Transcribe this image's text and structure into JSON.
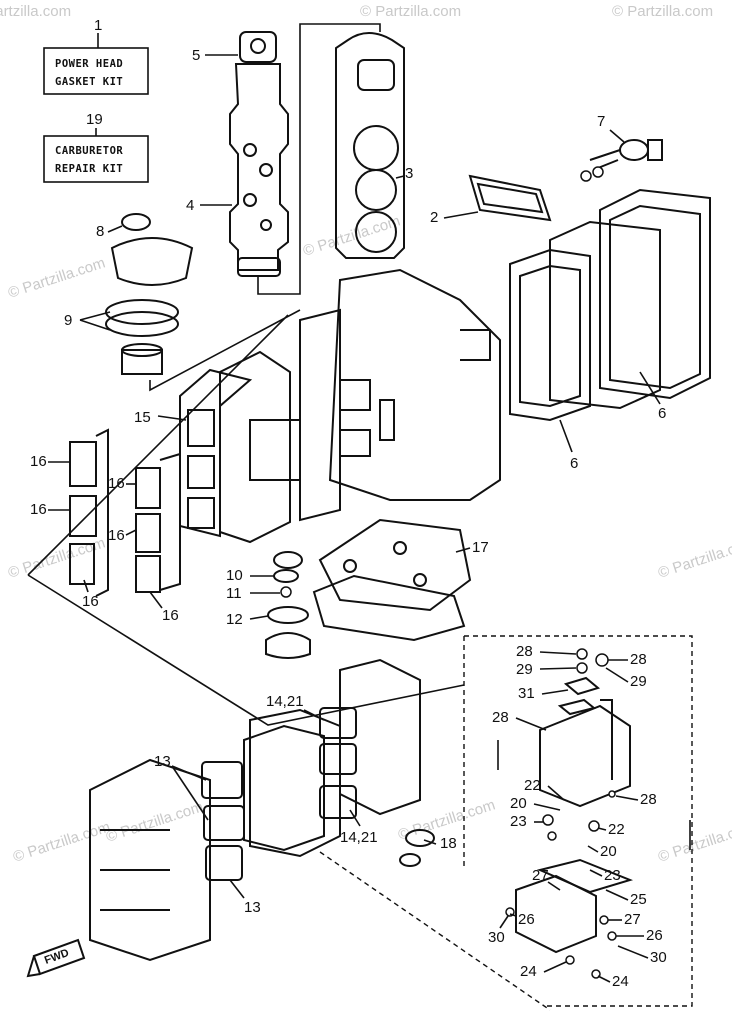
{
  "kits": {
    "power_head_num": "1",
    "power_head_line1": "POWER HEAD",
    "power_head_line2": "GASKET KIT",
    "carb_num": "19",
    "carb_line1": "CARBURETOR",
    "carb_line2": "REPAIR KIT"
  },
  "labels": {
    "p2": "2",
    "p3": "3",
    "p4": "4",
    "p5": "5",
    "p6a": "6",
    "p6b": "6",
    "p7": "7",
    "p8": "8",
    "p9": "9",
    "p10": "10",
    "p11": "11",
    "p12": "12",
    "p13a": "13",
    "p13b": "13",
    "p14a": "14,21",
    "p14b": "14,21",
    "p15": "15",
    "p16a": "16",
    "p16b": "16",
    "p16c": "16",
    "p16d": "16",
    "p16e": "16",
    "p16f": "16",
    "p17": "17",
    "p18": "18",
    "p20a": "20",
    "p20b": "20",
    "p22a": "22",
    "p22b": "22",
    "p23a": "23",
    "p23b": "23",
    "p24a": "24",
    "p24b": "24",
    "p25": "25",
    "p26a": "26",
    "p26b": "26",
    "p27a": "27",
    "p27b": "27",
    "p28a": "28",
    "p28b": "28",
    "p28c": "28",
    "p28d": "28",
    "p29a": "29",
    "p29b": "29",
    "p30a": "30",
    "p30b": "30",
    "p31": "31"
  },
  "fwd": "FWD",
  "watermark": "© Partzilla.com",
  "colors": {
    "ink": "#111111",
    "watermark": "#c9c9c9"
  }
}
